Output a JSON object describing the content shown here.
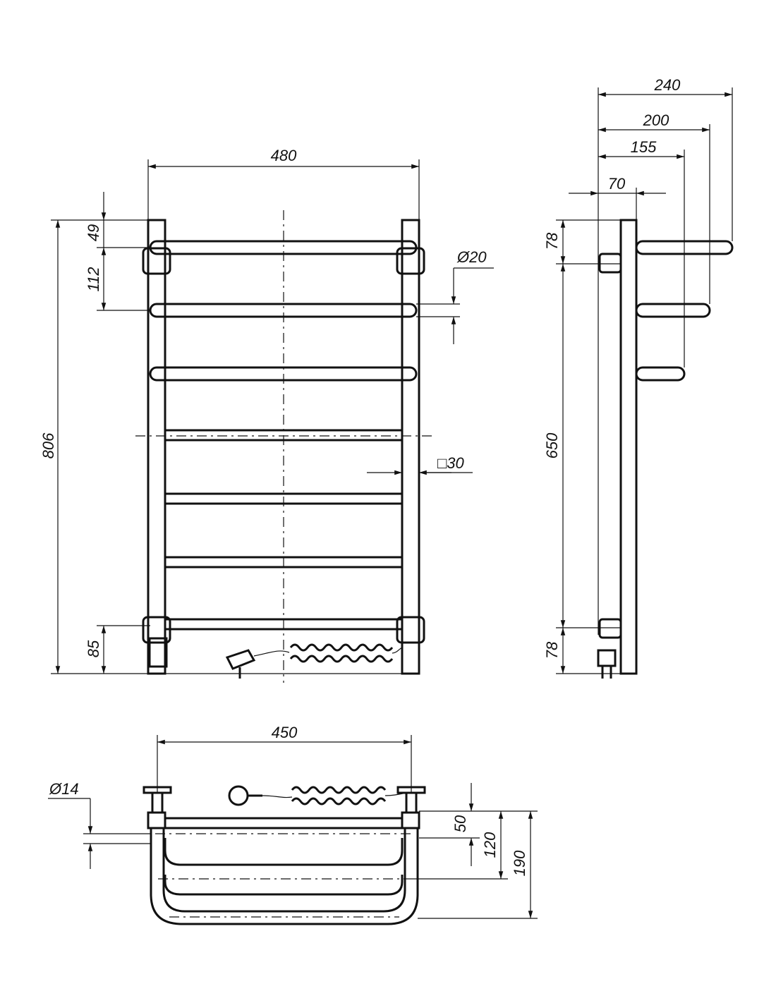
{
  "views": {
    "front": {
      "dims": {
        "width": "480",
        "height": "806",
        "top_gap": "49",
        "bar_spacing": "112",
        "bottom_gap": "85",
        "bar_diameter": "20",
        "square_profile": "30"
      }
    },
    "side": {
      "dims": {
        "d240": "240",
        "d200": "200",
        "d155": "155",
        "d70": "70",
        "top": "78",
        "middle": "650",
        "bottom": "78"
      }
    },
    "top": {
      "dims": {
        "width": "450",
        "pipe_diameter": "14",
        "d50": "50",
        "d120": "120",
        "d190": "190"
      }
    }
  },
  "symbols": {
    "diameter": "Ø",
    "square": "□"
  },
  "colors": {
    "line": "#111111",
    "background": "#ffffff"
  }
}
